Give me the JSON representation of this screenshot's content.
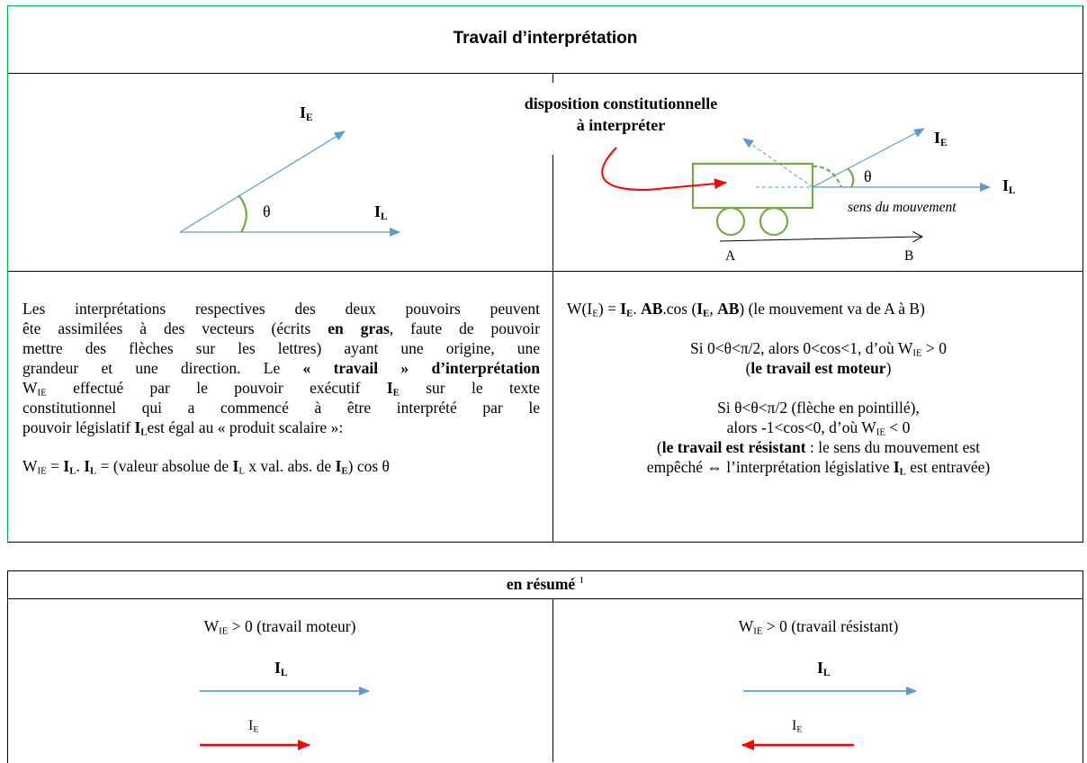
{
  "title": "Travail d’interprétation",
  "diagram_left": {
    "ie_label": "I",
    "ie_sub": "E",
    "il_label": "I",
    "il_sub": "L",
    "angle": "θ"
  },
  "diagram_right": {
    "caption_line1": "disposition constitutionnelle",
    "caption_line2": "à interpréter",
    "ie_label": "I",
    "ie_sub": "E",
    "il_label": "I",
    "il_sub": "L",
    "angle": "θ",
    "motion": "sens du mouvement",
    "point_a": "A",
    "point_b": "B"
  },
  "left_text": {
    "l1": "Les interprétations respectives des deux pouvoirs peuvent",
    "l2a": "ête assimilées à des vecteurs (écrits ",
    "l2b": "en gras",
    "l2c": ", faute de pouvoir",
    "l3": "mettre des flèches sur les lettres) ayant une origine, une",
    "l4a": "grandeur et une direction. Le ",
    "l4b": "« travail » d’interprétation",
    "l5a": "W",
    "l5b": "IE",
    "l5c": " effectué par  le pouvoir exécutif ",
    "l5d": "I",
    "l5e": "E",
    "l5f": " sur le texte",
    "l6": "constitutionnel qui a commencé à être interprété par le",
    "l7a": "pouvoir législatif ",
    "l7b": "I",
    "l7c": "L",
    "l7d": "est égal au « produit scalaire »:",
    "f_w": "W",
    "f_ie": "IE",
    "f_eq": " = ",
    "f_i1": "I",
    "f_l1": "L",
    "f_dot": ". ",
    "f_i2": "I",
    "f_l2": "L",
    "f_mid": " = (valeur absolue de ",
    "f_i3": "I",
    "f_l3": "L",
    "f_mid2": " x val. abs. de ",
    "f_i4": "I",
    "f_e4": "E",
    "f_end": ") cos θ"
  },
  "right_text": {
    "w_a": "W(I",
    "w_b": "E",
    "w_c": ") = ",
    "w_d": "I",
    "w_e": "E",
    "w_f": ". ",
    "w_g": "AB",
    "w_h": ".cos (",
    "w_i": "I",
    "w_j": "E",
    "w_k": ", ",
    "w_l": "AB",
    "w_m": ") (le mouvement va de A à B)",
    "s1a": "Si 0<θ<π/2, alors 0<cos<1, d’où W",
    "s1b": "IE",
    "s1c": " > 0",
    "s2a": "(",
    "s2b": "le travail est moteur",
    "s2c": ")",
    "s3": "Si θ<θ<π/2 (flèche en pointillé),",
    "s4a": "alors -1<cos<0, d’où W",
    "s4b": "IE",
    "s4c": " < 0",
    "s5a": "(",
    "s5b": "le travail est résistant",
    "s5c": " : le sens du mouvement est",
    "s6a": "empêché ⇔ l’interprétation législative ",
    "s6b": "I",
    "s6c": "L",
    "s6d": " est entravée)"
  },
  "summary": {
    "title": "en résumé",
    "footnote": "1",
    "left_caption_w": "W",
    "left_caption_sub": "IE",
    "left_caption_rest": " > 0 (travail moteur)",
    "right_caption_w": "W",
    "right_caption_sub": "IE",
    "right_caption_rest": " > 0 (travail résistant)",
    "il_label": "I",
    "il_sub": "L",
    "ie_label": "I",
    "ie_sub": "E"
  },
  "colors": {
    "blue": "#5b9bd5",
    "green": "#70ad47",
    "red": "#ff0000",
    "frame_green": "#00a651"
  }
}
